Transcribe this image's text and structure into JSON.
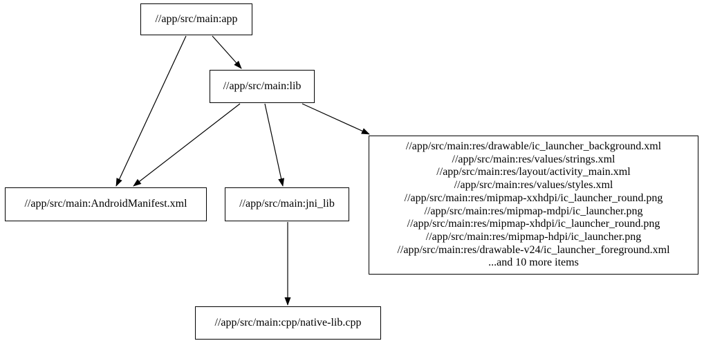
{
  "diagram": {
    "type": "dependency-graph",
    "background_color": "#ffffff",
    "node_border_color": "#000000",
    "text_color": "#000000",
    "nodes": {
      "app": {
        "label": "//app/src/main:app"
      },
      "lib": {
        "label": "//app/src/main:lib"
      },
      "android_manifest": {
        "label": "//app/src/main:AndroidManifest.xml"
      },
      "jni_lib": {
        "label": "//app/src/main:jni_lib"
      },
      "res_group": {
        "lines": [
          "//app/src/main:res/drawable/ic_launcher_background.xml",
          "//app/src/main:res/values/strings.xml",
          "//app/src/main:res/layout/activity_main.xml",
          "//app/src/main:res/values/styles.xml",
          "//app/src/main:res/mipmap-xxhdpi/ic_launcher_round.png",
          "//app/src/main:res/mipmap-mdpi/ic_launcher.png",
          "//app/src/main:res/mipmap-xhdpi/ic_launcher_round.png",
          "//app/src/main:res/mipmap-hdpi/ic_launcher.png",
          "//app/src/main:res/drawable-v24/ic_launcher_foreground.xml",
          "...and 10 more items"
        ]
      },
      "native_lib": {
        "label": "//app/src/main:cpp/native-lib.cpp"
      }
    },
    "edges": [
      {
        "from": "app",
        "to": "lib"
      },
      {
        "from": "app",
        "to": "android_manifest"
      },
      {
        "from": "lib",
        "to": "android_manifest"
      },
      {
        "from": "lib",
        "to": "jni_lib"
      },
      {
        "from": "lib",
        "to": "res_group"
      },
      {
        "from": "jni_lib",
        "to": "native_lib"
      }
    ]
  }
}
